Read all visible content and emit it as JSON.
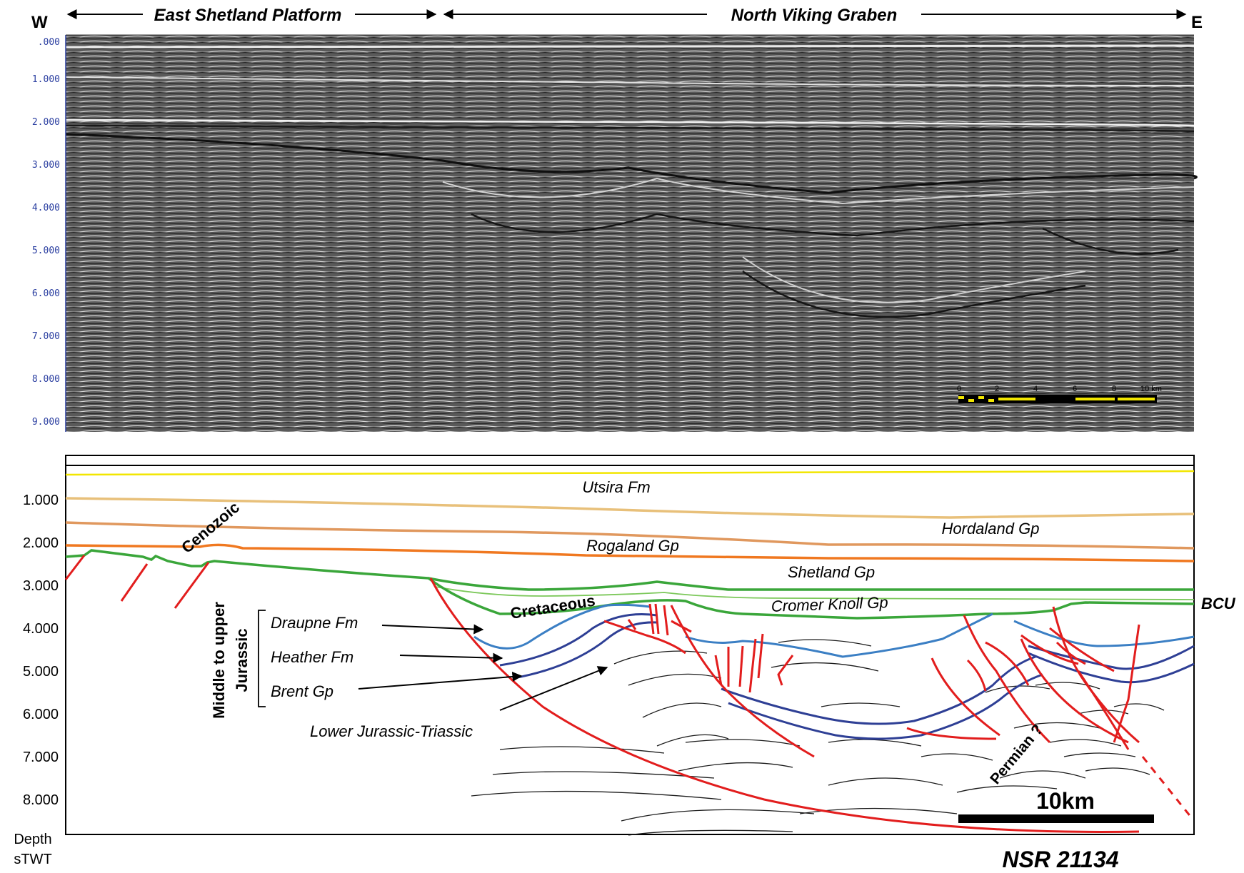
{
  "header": {
    "west": "W",
    "east": "E",
    "platform": "East Shetland Platform",
    "graben": "North Viking Graben"
  },
  "seismic": {
    "ticks": [
      ".000",
      "1.000",
      "2.000",
      "3.000",
      "4.000",
      "5.000",
      "6.000",
      "7.000",
      "8.000",
      "9.000"
    ],
    "scale_labels": [
      "0",
      "2",
      "4",
      "6",
      "8",
      "10 km"
    ],
    "colors": {
      "background": "#5a5a5a",
      "axis_text": "#2a3ea0"
    }
  },
  "interpretation": {
    "ticks": [
      "1.000",
      "2.000",
      "3.000",
      "4.000",
      "5.000",
      "6.000",
      "7.000",
      "8.000"
    ],
    "axis_title": [
      "Depth",
      "sTWT"
    ],
    "labels": {
      "utsira": "Utsira Fm",
      "hordaland": "Hordaland Gp",
      "rogaland": "Rogaland Gp",
      "shetland": "Shetland Gp",
      "cromer": "Cromer Knoll Gp",
      "cenozoic": "Cenozoic",
      "cretaceous": "Cretaceous",
      "bcu": "BCU",
      "draupne": "Draupne Fm",
      "heather": "Heather Fm",
      "brent": "Brent Gp",
      "lower_jurassic": "Lower Jurassic-Triassic",
      "middle_upper_1": "Middle to upper",
      "middle_upper_2": "Jurassic",
      "permian": "Permian ?",
      "scale": "10km",
      "line_id": "NSR 21134"
    },
    "colors": {
      "utsira": "#f2e600",
      "top_hordaland": "#e8c07a",
      "top_rogaland": "#e0985e",
      "top_shetland": "#f07820",
      "bcu": "#3aa63a",
      "cromer": "#7cc85a",
      "draupne": "#3b7fc4",
      "heather_brent": "#2e3f95",
      "fault": "#e21d1d",
      "reflector": "#1a1a1a"
    }
  }
}
